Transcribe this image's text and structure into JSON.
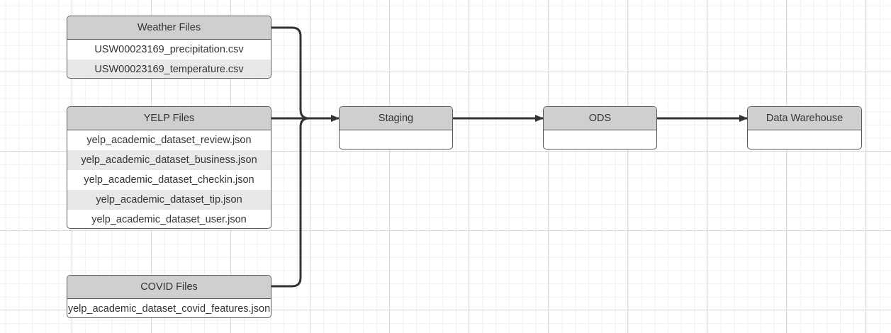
{
  "colors": {
    "header": "#cfcfcf",
    "alt_row": "#e8e8e8",
    "line": "#333333"
  },
  "sources": [
    {
      "title": "Weather Files",
      "files": [
        "USW00023169_precipitation.csv",
        "USW00023169_temperature.csv"
      ]
    },
    {
      "title": "YELP Files",
      "files": [
        "yelp_academic_dataset_review.json",
        "yelp_academic_dataset_business.json",
        "yelp_academic_dataset_checkin.json",
        "yelp_academic_dataset_tip.json",
        "yelp_academic_dataset_user.json"
      ]
    },
    {
      "title": "COVID Files",
      "files": [
        "yelp_academic_dataset_covid_features.json"
      ]
    }
  ],
  "stages": [
    {
      "title": "Staging"
    },
    {
      "title": "ODS"
    },
    {
      "title": "Data Warehouse"
    }
  ]
}
